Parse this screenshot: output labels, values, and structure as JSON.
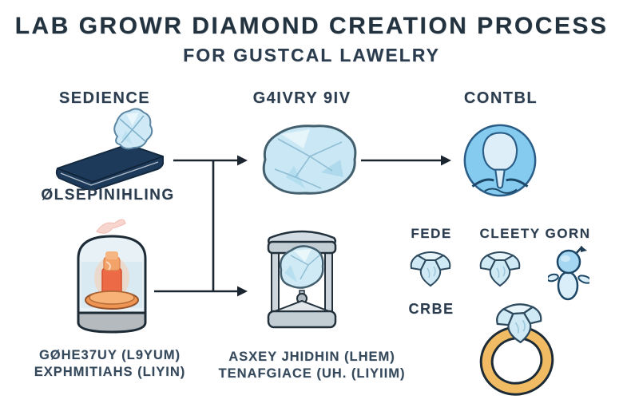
{
  "title": "LAB GROWR DIAMOND CREATION PROCESS",
  "subtitle": "FOR GUSTCAL LAWELRY",
  "stages": {
    "seed": {
      "label": "SEDIENCE",
      "caption": "ØLSEPINIHLING"
    },
    "growth": {
      "label": "G4IVRY 9IV"
    },
    "control": {
      "label": "CONTBL"
    },
    "chamber": {
      "caption_line1": "GØHE37UY (L9YUM)",
      "caption_line2": "EXPHMITIAHS (LIYIN)"
    },
    "press": {
      "caption_line1": "ASXEY JHIDHIN (LHEM)",
      "caption_line2": "TENAFGIACE (UH. (LIYIIM)"
    },
    "finishing": {
      "label_fede": "FEDE",
      "label_cleety_gorn": "CLEETY GORN",
      "label_crbe": "CRBE"
    }
  },
  "colors": {
    "title_text": "#22323f",
    "label_text": "#2b3d4f",
    "diamond_fill": "#cfeaf5",
    "diamond_stroke": "#44606f",
    "slab_navy": "#1e3a5a",
    "person_circle": "#85cbf0",
    "machine_gray": "#c3cdd4",
    "core_orange": "#ec6a45",
    "dish_orange": "#ef9553",
    "ring_gold": "#f0bb62",
    "arrow": "#1b2530",
    "background": "#ffffff"
  }
}
